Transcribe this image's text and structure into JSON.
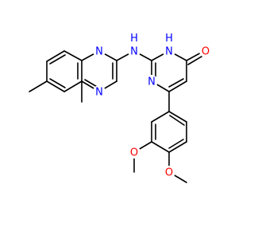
{
  "atom_colors": {
    "N": "#0000ff",
    "O": "#ff0000",
    "bond": "#000000",
    "background": "#ffffff"
  },
  "labels": {
    "quinazoline_n1": "N",
    "quinazoline_n3": "N",
    "amine_nh": "N",
    "amine_h": "H",
    "pyrimidine_nh": "N",
    "pyrimidine_h": "H",
    "pyrimidine_n": "N",
    "carbonyl_o": "O",
    "methoxy_o1": "O",
    "methoxy_o2": "O"
  }
}
